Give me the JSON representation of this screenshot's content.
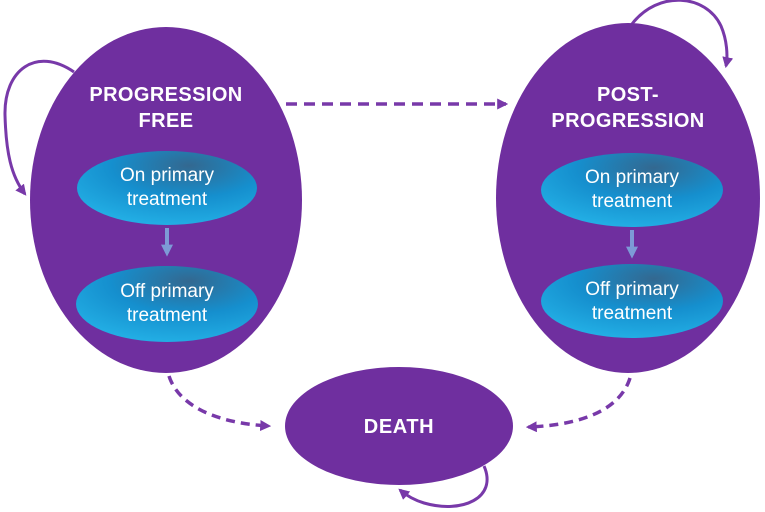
{
  "colors": {
    "background": "#FFFFFF",
    "state_fill_purple": "#6F2F9F",
    "arrow_purple": "#7839A9",
    "substate_gradient_dark": "#336890",
    "substate_gradient_mid": "#158FCE",
    "substate_gradient_bright": "#27B9EC",
    "substate_arrow_blue": "#7D9AD6",
    "label_white": "#FFFFFF"
  },
  "states": {
    "progression_free": {
      "title_line1": "PROGRESSION",
      "title_line2": "FREE",
      "on_treatment": {
        "line1": "On primary",
        "line2": "treatment"
      },
      "off_treatment": {
        "line1": "Off primary",
        "line2": "treatment"
      }
    },
    "post_progression": {
      "title_line1": "POST-",
      "title_line2": "PROGRESSION",
      "on_treatment": {
        "line1": "On primary",
        "line2": "treatment"
      },
      "off_treatment": {
        "line1": "Off primary",
        "line2": "treatment"
      }
    },
    "death": {
      "title": "DEATH"
    }
  },
  "transitions": [
    {
      "from": "progression_free",
      "to": "progression_free",
      "style": "solid-self-loop"
    },
    {
      "from": "progression_free",
      "to": "post_progression",
      "style": "dashed"
    },
    {
      "from": "progression_free",
      "to": "death",
      "style": "dashed"
    },
    {
      "from": "post_progression",
      "to": "post_progression",
      "style": "solid-self-loop"
    },
    {
      "from": "post_progression",
      "to": "death",
      "style": "dashed"
    },
    {
      "from": "death",
      "to": "death",
      "style": "solid-self-loop"
    },
    {
      "from": "on_primary_treatment",
      "to": "off_primary_treatment",
      "style": "solid-blue"
    }
  ]
}
